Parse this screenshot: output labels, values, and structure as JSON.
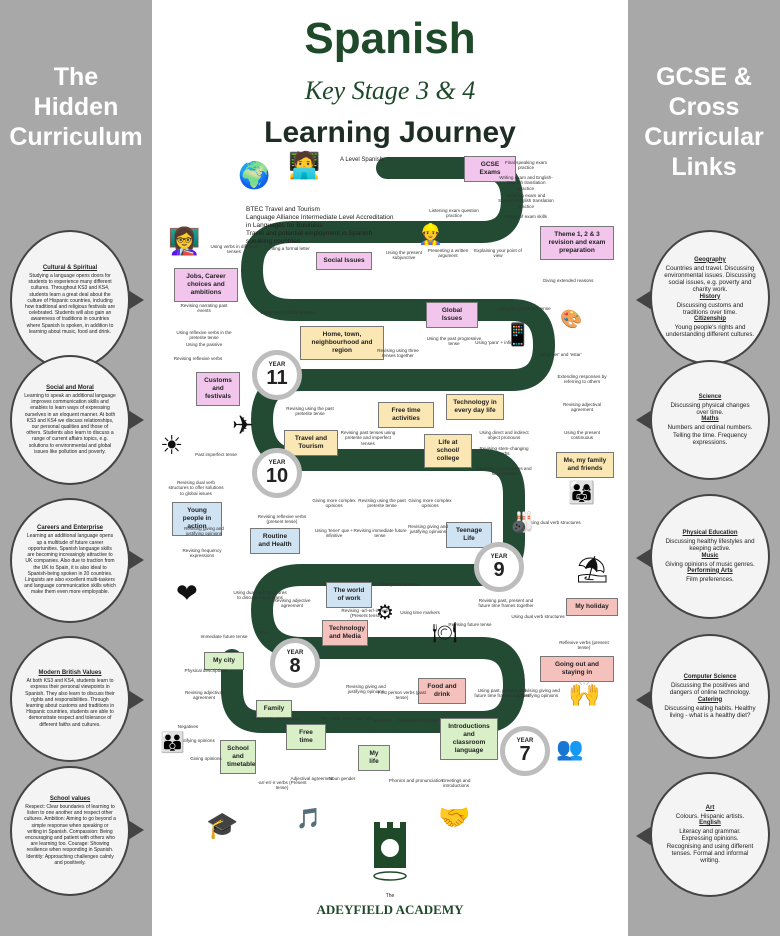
{
  "title": "Spanish",
  "subtitle": "Key Stage 3 & 4",
  "heading": "Learning Journey",
  "left_panel_title": "The\nHidden\nCurriculum",
  "right_panel_title": "GCSE &\nCross\nCurricular\nLinks",
  "left_bubbles": [
    {
      "title": "Cultural & Spiritual",
      "body": "Studying a language opens doors for students to experience many different cultures. Throughout KS3 and KS4, students learn a great deal about the culture of Hispanic countries, including how traditional and religious festivals are celebrated. Students will also gain an awareness of traditions in countries where Spanish is spoken, in addition to learning about music, food and drink."
    },
    {
      "title": "Social and Moral",
      "body": "Learning to speak an additional language improves communication skills and enables to learn ways of expressing ourselves in an eloquent manner. At both KS3 and KS4 we discuss relationships, our personal qualities and those of others. Students also learn to discuss a range of current affairs topics, e.g. solutions to environmental and global issues like pollution and poverty."
    },
    {
      "title": "Careers and Enterprise",
      "body": "Learning an additional language opens up a multitude of future career opportunities. Spanish language skills are becoming increasingly attractive to UK companies. Also due to traction from the UK to Spain, it is also ideal to Spanish-being spoken in 20 countries. Linguists are also excellent multi-taskers and language communication skills which make them even more employable."
    },
    {
      "title": "Modern British Values",
      "body": "At both KS3 and KS4, students learn to express their personal viewpoints in Spanish. They also learn to discuss their rights and responsibilities. Through learning about customs and traditions in Hispanic countries, students are able to demonstrate respect and tolerance of different faiths and cultures."
    },
    {
      "title": "School values",
      "body": "Respect: Clear boundaries of learning to listen to one another and respect other cultures. Ambition: Aiming to go beyond a simple response when speaking or writing in Spanish. Compassion: Being encouraging and patient with others who are learning too. Courage: Showing resilience when responding in Spanish. Identity: Approaching challenges calmly and positively."
    }
  ],
  "right_bubbles": [
    {
      "title": "Geography",
      "body": "Countries and travel. Discussing environmental issues. Discussing social issues, e.g. poverty and charity work.",
      "title2": "History",
      "body2": "Discussing customs and traditions over time.",
      "title3": "Citizenship",
      "body3": "Young people's rights and understanding different cultures."
    },
    {
      "title": "Science",
      "body": "Discussing physical changes over time.",
      "title2": "Maths",
      "body2": "Numbers and ordinal numbers. Telling the time. Frequency expressions."
    },
    {
      "title": "Physical Education",
      "body": "Discussing healthy lifestyles and keeping active.",
      "title2": "Music",
      "body2": "Giving opinions of music genres.",
      "title3": "Performing Arts",
      "body3": "Film preferences."
    },
    {
      "title": "Computer Science",
      "body": "Discussing the positives and dangers of online technology.",
      "title2": "Catering",
      "body2": "Discussing eating habits. Healthy living - what is a healthy diet?"
    },
    {
      "title": "Art",
      "body": "Colours. Hispanic artists.",
      "title2": "English",
      "body2": "Literacy and grammar. Expressing opinions. Recognising and using different tenses. Formal and informal writing."
    }
  ],
  "alevel": "A Level Spanish",
  "btec": "BTEC Travel and Tourism\nLanguage Alliance Intermediate Level Accreditation in Languages for Business\nTravel and potential employment in Spanish speaking countries.",
  "topic_boxes": [
    {
      "label": "GCSE Exams",
      "color": "pink"
    },
    {
      "label": "Theme 1, 2 & 3 revision and exam preparation",
      "color": "pink"
    },
    {
      "label": "Social Issues",
      "color": "pink"
    },
    {
      "label": "Jobs, Career choices and ambitions",
      "color": "pink"
    },
    {
      "label": "Global Issues",
      "color": "pink"
    },
    {
      "label": "Home, town, neighbourhood and region",
      "color": "yellow"
    },
    {
      "label": "Customs and festivals",
      "color": "pink"
    },
    {
      "label": "Free time activities",
      "color": "yellow"
    },
    {
      "label": "Technology in every day life",
      "color": "yellow"
    },
    {
      "label": "Travel and Tourism",
      "color": "yellow"
    },
    {
      "label": "Life at school/ college",
      "color": "yellow"
    },
    {
      "label": "Me, my family and friends",
      "color": "yellow"
    },
    {
      "label": "Young people in action",
      "color": "blue"
    },
    {
      "label": "Routine and Health",
      "color": "blue"
    },
    {
      "label": "Teenage Life",
      "color": "blue"
    },
    {
      "label": "The world of work",
      "color": "blue"
    },
    {
      "label": "My holiday",
      "color": "red"
    },
    {
      "label": "Technology and Media",
      "color": "red"
    },
    {
      "label": "Going out and staying in",
      "color": "red"
    },
    {
      "label": "Food and drink",
      "color": "red"
    },
    {
      "label": "My city",
      "color": "green"
    },
    {
      "label": "Family",
      "color": "green"
    },
    {
      "label": "Free time",
      "color": "green"
    },
    {
      "label": "Introductions and classroom language",
      "color": "green"
    },
    {
      "label": "School and timetable",
      "color": "green"
    },
    {
      "label": "My life",
      "color": "green"
    }
  ],
  "small_labels": [
    "Final speaking exam practice",
    "Writing exam and English-Spanish translation practice",
    "Reading exam and Spanish-English translation practice",
    "Listening exam question practice",
    "Recap of exam skills",
    "Using verbs in different tenses",
    "Writing a formal letter",
    "Using the present subjunctive",
    "Presenting a written argument",
    "Explaining your point of view",
    "Giving extended reasons",
    "Revising narrating past events",
    "Using the conditional tense",
    "Using the pluperfect tense",
    "Using reflexive verbs in the preterite tense",
    "Using the passive",
    "Revising reflexive verbs",
    "Using the past progressive tense",
    "Revising using three tenses together",
    "Using 'para' + infinitive",
    "Using 'ser' and 'estar'",
    "Extending responses by referring to others",
    "Revising adjectival agreement",
    "Using the present continuous",
    "Revising using the past preterite tense",
    "Revising past tenses using preterite and imperfect tenses",
    "Using direct and indirect object pronouns",
    "Past imperfect tense",
    "Revising stem-changing verbs",
    "Revising comparatives and superlatives",
    "Revising dual verb structures to offer solutions to global issues",
    "Revising reflexive verbs (present tense)",
    "Giving more complex opinions",
    "Revising using the past preterite tense",
    "Giving more complex opinions",
    "Revising giving and justifying opinions",
    "Using 'tener' que + infinitive",
    "Revising immediate future tense",
    "Revising giving and justifying opinions",
    "Using dual verb structures",
    "Revising frequency expressions",
    "Using dual verb structures to discuss future plans",
    "Revising adjective agreement",
    "Past preterite tense",
    "Revising past, present and future time frames together",
    "Using dual verb structures",
    "Using time markers",
    "Revising future tense",
    "Revising -ar/-er/-ir verbs (Present tense)",
    "Reflexive verbs (present tense)",
    "Immediate future tense",
    "Time",
    "Physical descriptions",
    "Revising adjectival agreement",
    "Revising giving and justifying opinions",
    "First person verbs (past tense)",
    "Using past, present and future time frames together",
    "Revising giving and justifying opinions",
    "Negatives",
    "Justifying opinions",
    "Frequency expressions",
    "The verbs 'tener' and 'ser'",
    "Numbers",
    "Classroom language",
    "Giving opinions",
    "Adjectival agreement",
    "Noun gender",
    "Phonics and pronunciation",
    "Greetings and introductions",
    "-ar/-er/-ir verbs (Present tense)"
  ],
  "years": [
    {
      "label": "YEAR",
      "num": "11"
    },
    {
      "label": "YEAR",
      "num": "10"
    },
    {
      "label": "YEAR",
      "num": "9"
    },
    {
      "label": "YEAR",
      "num": "8"
    },
    {
      "label": "YEAR",
      "num": "7"
    }
  ],
  "the_label": "The",
  "footer": "ADEYFIELD ACADEMY",
  "colors": {
    "road": "#234a33",
    "panel": "#a8a8a8",
    "title": "#1f4a2a"
  },
  "icons": [
    "globe-icon",
    "computer-user-icon",
    "teacher-icon",
    "worker-icon",
    "graduation-icon",
    "tablet-icon",
    "bowling-icon",
    "sun-lounger-icon",
    "heart-monitor-icon",
    "airplane-icon",
    "dinner-plate-icon",
    "meeting-icon",
    "family-icon",
    "people-icon",
    "arts-icon"
  ]
}
